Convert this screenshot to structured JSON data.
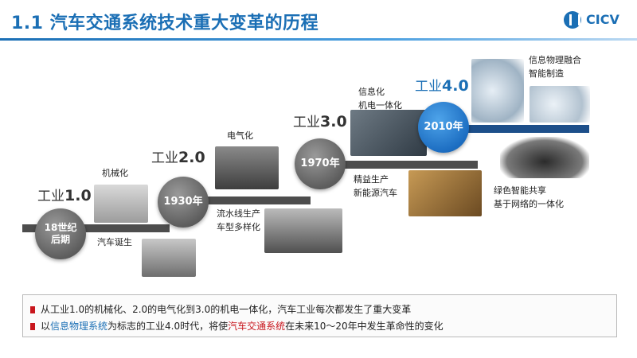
{
  "header": {
    "title": "1.1 汽车交通系统技术重大变革的历程",
    "logo_text": "CICV"
  },
  "stages": [
    {
      "label_prefix": "工业",
      "label_num": "1.0",
      "era": "18世纪\n后期",
      "caption_top": "机械化",
      "caption_bottom": "汽车诞生"
    },
    {
      "label_prefix": "工业",
      "label_num": "2.0",
      "era": "1930年",
      "caption_top": "电气化",
      "caption_bottom": "流水线生产\n车型多样化"
    },
    {
      "label_prefix": "工业",
      "label_num": "3.0",
      "era": "1970年",
      "caption_top": "信息化\n机电一体化",
      "caption_bottom": "精益生产\n新能源汽车"
    },
    {
      "label_prefix": "工业",
      "label_num": "4.0",
      "era": "2010年",
      "caption_top": "信息物理融合\n智能制造",
      "caption_bottom": "绿色智能共享\n基于网络的一体化"
    }
  ],
  "notes": {
    "line1": "从工业1.0的机械化、2.0的电气化到3.0的机电一体化，汽车工业每次都发生了重大变革",
    "line2_a": "以",
    "line2_b": "信息物理系统",
    "line2_c": "为标志的工业4.0时代，将使",
    "line2_d": "汽车交通系统",
    "line2_e": "在未来10～20年中发生革命性的变化"
  },
  "colors": {
    "brand_blue": "#1b6fb5",
    "highlight_red": "#c8161d",
    "bar_gray": "#5a5a5a"
  }
}
